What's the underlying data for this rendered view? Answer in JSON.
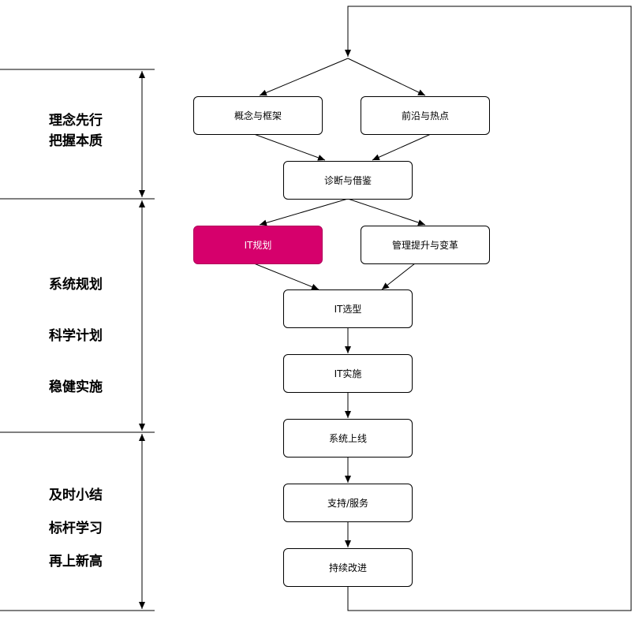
{
  "nodes": {
    "concept": "概念与框架",
    "frontier": "前沿与热点",
    "diagnosis": "诊断与借鉴",
    "it_planning": "IT规划",
    "mgmt_change": "管理提升与变革",
    "it_selection": "IT选型",
    "it_implementation": "IT实施",
    "go_live": "系统上线",
    "support": "支持/服务",
    "improve": "持续改进"
  },
  "stages": {
    "stage1": [
      "理念先行",
      "把握本质"
    ],
    "stage2": [
      "系统规划",
      "科学计划",
      "稳健实施"
    ],
    "stage3": [
      "及时小结",
      "标杆学习",
      "再上新高"
    ]
  },
  "colors": {
    "highlight": "#d6006c",
    "line": "#000000"
  }
}
